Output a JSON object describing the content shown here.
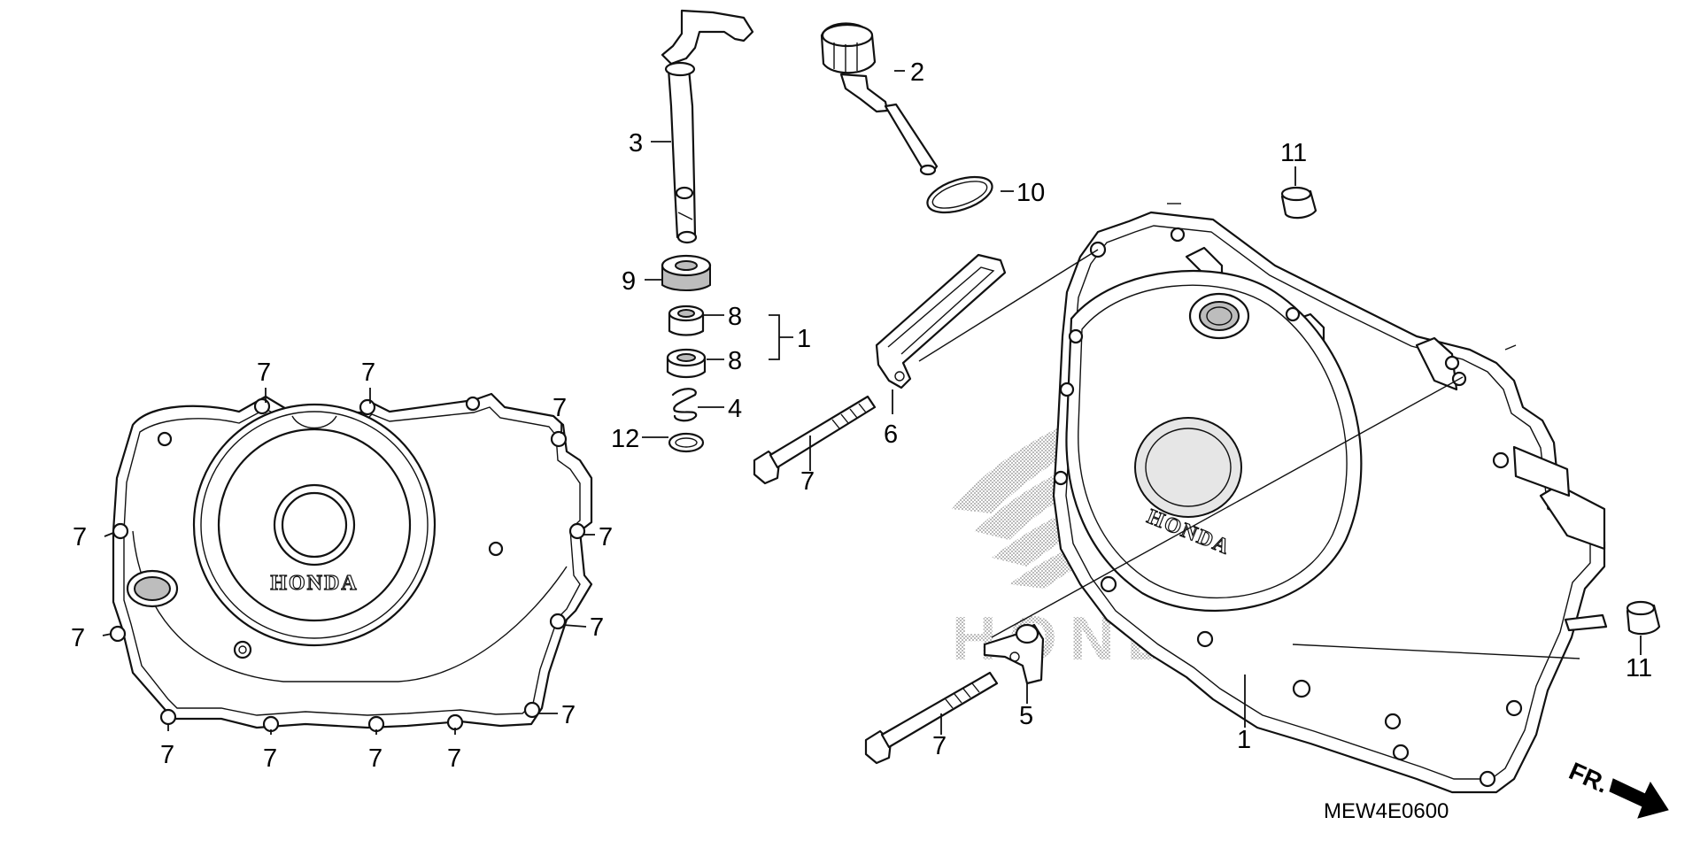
{
  "diagram_code": "MEW4E0600",
  "front_indicator": "FR.",
  "brand_mark": "HONDA",
  "watermark_text": "HONDA",
  "callouts": {
    "c1_bracket": "1",
    "c1_cover": "1",
    "c2": "2",
    "c3": "3",
    "c4": "4",
    "c5": "5",
    "c6": "6",
    "c7_bolt_upper": "7",
    "c7_bolt_lower": "7",
    "c7_left_top1": "7",
    "c7_left_top2": "7",
    "c7_left_topright": "7",
    "c7_left_left1": "7",
    "c7_left_right1": "7",
    "c7_left_left2": "7",
    "c7_left_right2": "7",
    "c7_left_right3": "7",
    "c7_left_bottom1": "7",
    "c7_left_bottom2": "7",
    "c7_left_bottom3": "7",
    "c7_left_bottom4": "7",
    "c8_upper": "8",
    "c8_lower": "8",
    "c9": "9",
    "c10": "10",
    "c11_upper": "11",
    "c11_lower": "11",
    "c12": "12"
  },
  "colors": {
    "line": "#111111",
    "background": "#ffffff",
    "watermark": "#9a9a9a"
  }
}
